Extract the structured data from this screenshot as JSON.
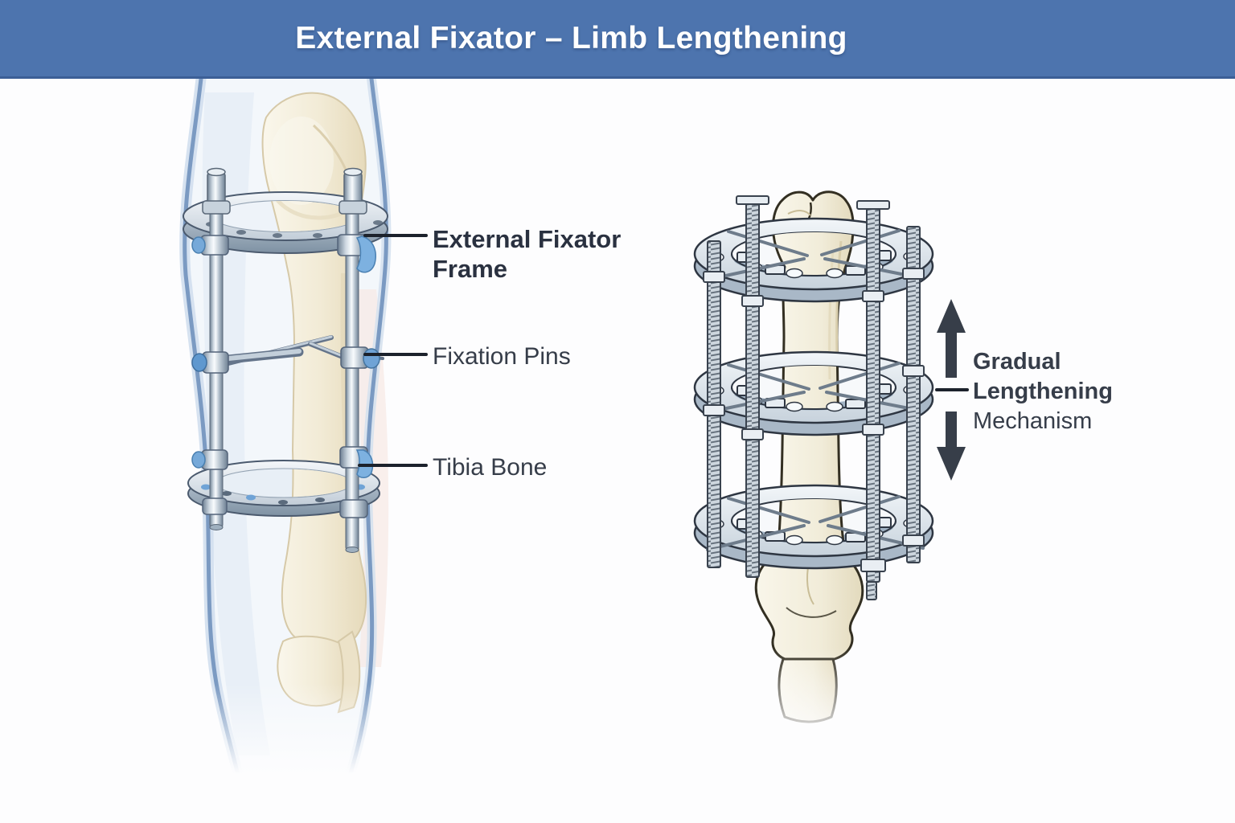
{
  "title": "External Fixator – Limb Lengthening",
  "left_figure": {
    "labels": {
      "frame": "External Fixator Frame",
      "pins": "Fixation Pins",
      "bone": "Tibia Bone"
    }
  },
  "right_figure": {
    "label": {
      "line1": "Gradual",
      "line2": "Lengthening",
      "line3": "Mechanism"
    },
    "icons": {
      "up": "up-arrow-icon",
      "down": "down-arrow-icon"
    }
  },
  "colors": {
    "banner_blue": "#4d74ae",
    "banner_text": "#ffffff",
    "label_dark": "#2a3140",
    "label_regular": "#363d49",
    "leader_line": "#1c222c",
    "arrow": "#373e49",
    "bone_cream": "#f1ead5",
    "bone_outline": "#332f22",
    "metal_gray": "#9fafbe",
    "accent_blue": "#6fa3d6",
    "skin_line": "#7b9ac2",
    "background": "#fdfdfe"
  }
}
